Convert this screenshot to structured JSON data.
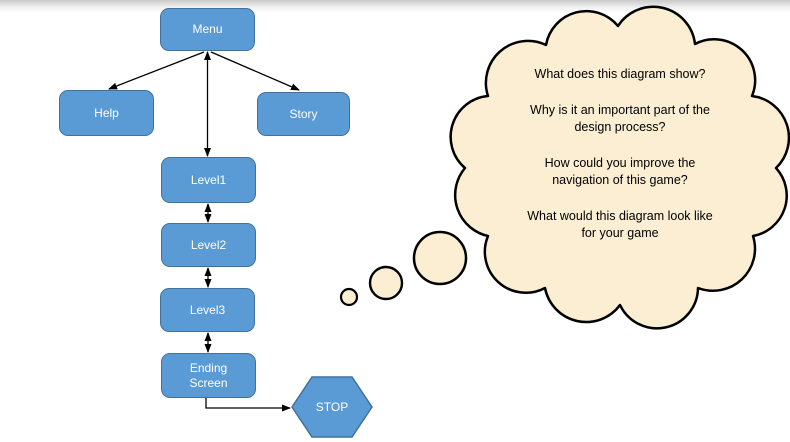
{
  "flowchart": {
    "colors": {
      "node_fill": "#5B9BD5",
      "node_border": "#41719C",
      "node_text": "#FFFFFF",
      "connector": "#000000"
    },
    "nodes": [
      {
        "id": "menu",
        "label": "Menu",
        "shape": "rounded-rectangle"
      },
      {
        "id": "help",
        "label": "Help",
        "shape": "rounded-rectangle"
      },
      {
        "id": "story",
        "label": "Story",
        "shape": "rounded-rectangle"
      },
      {
        "id": "level1",
        "label": "Level1",
        "shape": "rounded-rectangle"
      },
      {
        "id": "level2",
        "label": "Level2",
        "shape": "rounded-rectangle"
      },
      {
        "id": "level3",
        "label": "Level3",
        "shape": "rounded-rectangle"
      },
      {
        "id": "ending_screen",
        "label": "Ending\nScreen",
        "shape": "rounded-rectangle"
      },
      {
        "id": "stop",
        "label": "STOP",
        "shape": "hexagon"
      }
    ],
    "edges": [
      {
        "from": "Menu",
        "to": "Help",
        "arrows": "end"
      },
      {
        "from": "Menu",
        "to": "Story",
        "arrows": "end"
      },
      {
        "from": "Menu",
        "to": "Level1",
        "arrows": "both"
      },
      {
        "from": "Level1",
        "to": "Level2",
        "arrows": "both"
      },
      {
        "from": "Level2",
        "to": "Level3",
        "arrows": "both"
      },
      {
        "from": "Level3",
        "to": "Ending Screen",
        "arrows": "both"
      },
      {
        "from": "Ending Screen",
        "to": "STOP",
        "arrows": "end"
      }
    ]
  },
  "thought_bubble": {
    "fill": "#FBEED3",
    "outline": "#000000",
    "questions": [
      "What does this diagram show?",
      "Why is it an important part of the\ndesign process?",
      "How could you improve the\nnavigation of this game?",
      "What would this diagram look like\nfor your game"
    ]
  }
}
